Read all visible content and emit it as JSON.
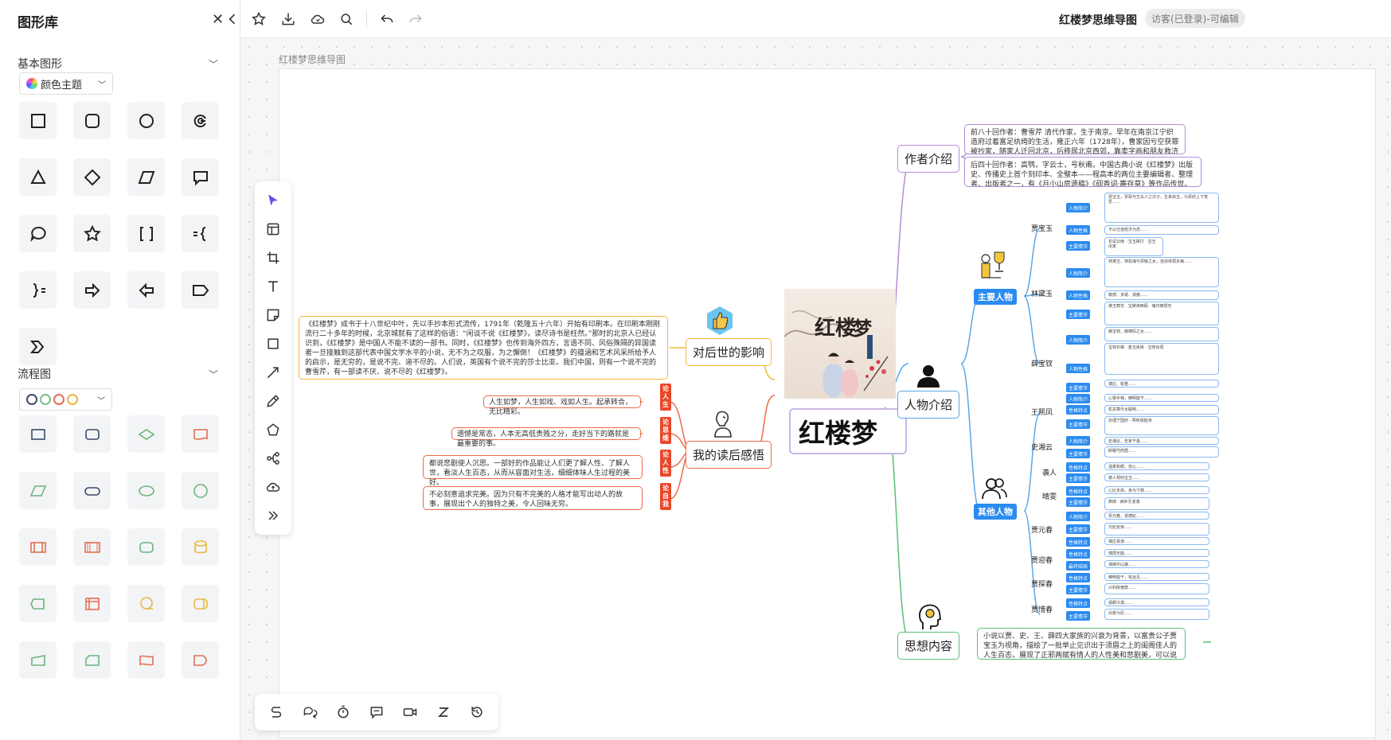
{
  "panel": {
    "title": "图形库",
    "basic_section": "基本图形",
    "color_theme_label": "颜色主题",
    "flow_section": "流程图"
  },
  "topbar": {
    "title": "红楼梦思维导图",
    "visitor_badge": "访客(已登录)-可编辑"
  },
  "canvas": {
    "breadcrumb": "红楼梦思维导图"
  },
  "mindmap": {
    "root": "红楼梦",
    "left": {
      "influence": {
        "label": "对后世的影响",
        "text": "《红楼梦》成书于十八世纪中叶，先以手抄本形式流传，1791年（乾隆五十六年）开始有印刷本。在印刷本刚刚流行二十多年的时候，北京城就有了这样的俗语：“闲谈不说《红楼梦》，读尽诗书是枉然。”那时的北京人已经认识到，《红楼梦》是中国人不能不读的一部书。同时，《红楼梦》也传到海外四方，言语不同、风俗殊隔的异国读者一旦接触到这部代表中国文学水平的小说，无不为之叹服，为之懈倒！《红楼梦》的蕴涵和艺术风采所给予人的启示，是无穷的，是说不完、道不尽的。人们说，英国有个说不完的莎士比亚。我们中国，则有一个说不完的曹雪芹，有一部读不厌、说不尽的《红楼梦》。"
      },
      "reflection": {
        "label": "我的读后感悟",
        "items": [
          {
            "tag": "论人生",
            "text": "人生如梦，人生如戏、戏如人生。起承转合，无比精彩。"
          },
          {
            "tag": "论思维",
            "text": "遗憾是常态，人本无高低贵贱之分，走好当下的路就是最重要的事。"
          },
          {
            "tag": "论人性",
            "text": "都说悲剧使人沉思。一部好的作品能让人们更了解人性、了解人世，看淡人生百态，从而从容面对生活，细细体味人生过程的美好。"
          },
          {
            "tag": "论自我",
            "text": "不必刻意追求完美。因为只有不完美的人格才能写出动人的故事，展现出个人的独特之美，令人回味无穷。"
          }
        ]
      }
    },
    "right": {
      "author": {
        "label": "作者介绍",
        "items": [
          "前八十回作者：曹雪芹 清代作家，生于南京。早年在南京江宁织造府过着富足纨绔的生活，雍正六年（1728年），曹家因亏空获罪被抄家，随家人迁回北京，后移居北京西郊，靠卖字画和朋友救济为生。",
          "后四十回作者：高鹗，字云士，号秋甫。中国古典小说《红楼梦》出版史、传播史上首个刻印本、全璧本——程高本的两位主要编辑者、整理者、出版者之一，有《月小山房遗稿》《砚香词·簏存草》等作品传世。"
        ]
      },
      "characters": {
        "label": "人物介绍",
        "main": {
          "label": "主要人物",
          "people": [
            {
              "name": "贾宝玉",
              "badges": [
                "人物简介",
                "人物性格",
                "主要情节"
              ]
            },
            {
              "name": "林黛玉",
              "badges": [
                "人物简介",
                "人物性格",
                "主要情节"
              ]
            },
            {
              "name": "薛宝钗",
              "badges": [
                "人物简介",
                "人物性格",
                "主要情节"
              ]
            }
          ]
        },
        "others": {
          "label": "其他人物",
          "people": [
            {
              "name": "王熙凤",
              "badges": [
                "人物简介",
                "性格特点",
                "主要情节"
              ]
            },
            {
              "name": "史湘云",
              "badges": [
                "人物简介",
                "主要情节"
              ]
            },
            {
              "name": "袭人",
              "badges": [
                "性格特点",
                "主要情节"
              ]
            },
            {
              "name": "晴雯",
              "badges": [
                "性格特点",
                "主要情节"
              ]
            },
            {
              "name": "贾元春",
              "badges": [
                "人物简介",
                "主要情节",
                "性格特点"
              ]
            },
            {
              "name": "贾迎春",
              "badges": [
                "性格特点",
                "最终结局"
              ]
            },
            {
              "name": "贾探春",
              "badges": [
                "性格特点",
                "主要情节"
              ]
            },
            {
              "name": "贾惜春",
              "badges": [
                "性格特点",
                "主要情节"
              ]
            }
          ]
        }
      },
      "theme": {
        "label": "思想内容",
        "text": "小说以贾、史、王、薛四大家族的兴衰为背景，以富贵公子贾宝玉为视角，描绘了一批举止见识出于须眉之上的闺阁佳人的人生百态，展现了正邪两赋有情人的人性美和悲剧美，可以说是一部从各个角度展现女性美的史诗。"
      }
    }
  },
  "colors": {
    "author_branch": "#b38bd9",
    "characters_branch": "#5aa7e8",
    "theme_branch": "#5bbf7a",
    "influence_branch": "#f5b73b",
    "reflection_branch": "#ee6a4b",
    "accent_blue": "#2a8bf0",
    "tag_red": "#e8482a"
  }
}
